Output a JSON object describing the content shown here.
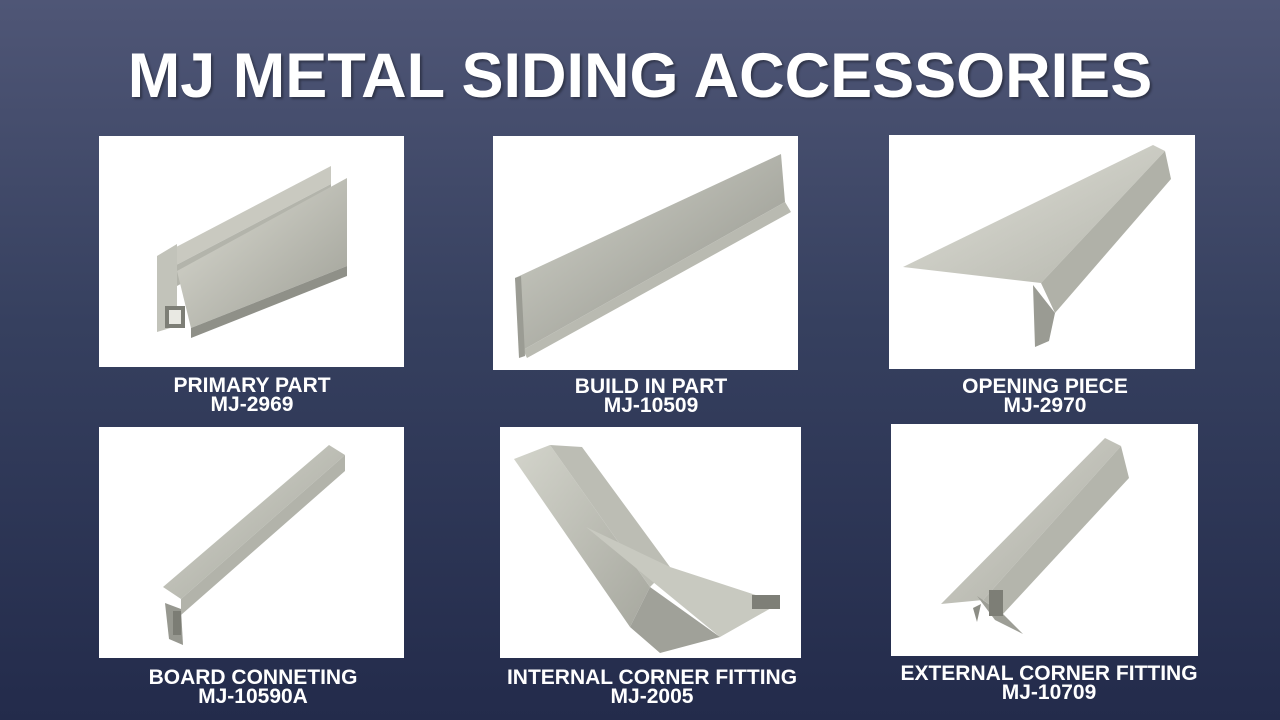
{
  "title": "MJ METAL SIDING ACCESSORIES",
  "products": [
    {
      "name": "PRIMARY PART",
      "code": "MJ-2969",
      "image": "aluminum-u-channel-profile"
    },
    {
      "name": "BUILD IN PART",
      "code": "MJ-10509",
      "image": "aluminum-l-angle-profile"
    },
    {
      "name": "OPENING PIECE",
      "code": "MJ-2970",
      "image": "aluminum-flat-trim-profile"
    },
    {
      "name": "BOARD CONNETING",
      "code": "MJ-10590A",
      "image": "aluminum-h-connector-profile"
    },
    {
      "name": "INTERNAL CORNER FITTING",
      "code": "MJ-2005",
      "image": "aluminum-internal-corner-profile"
    },
    {
      "name": "EXTERNAL CORNER FITTING",
      "code": "MJ-10709",
      "image": "aluminum-external-corner-profile"
    }
  ]
}
